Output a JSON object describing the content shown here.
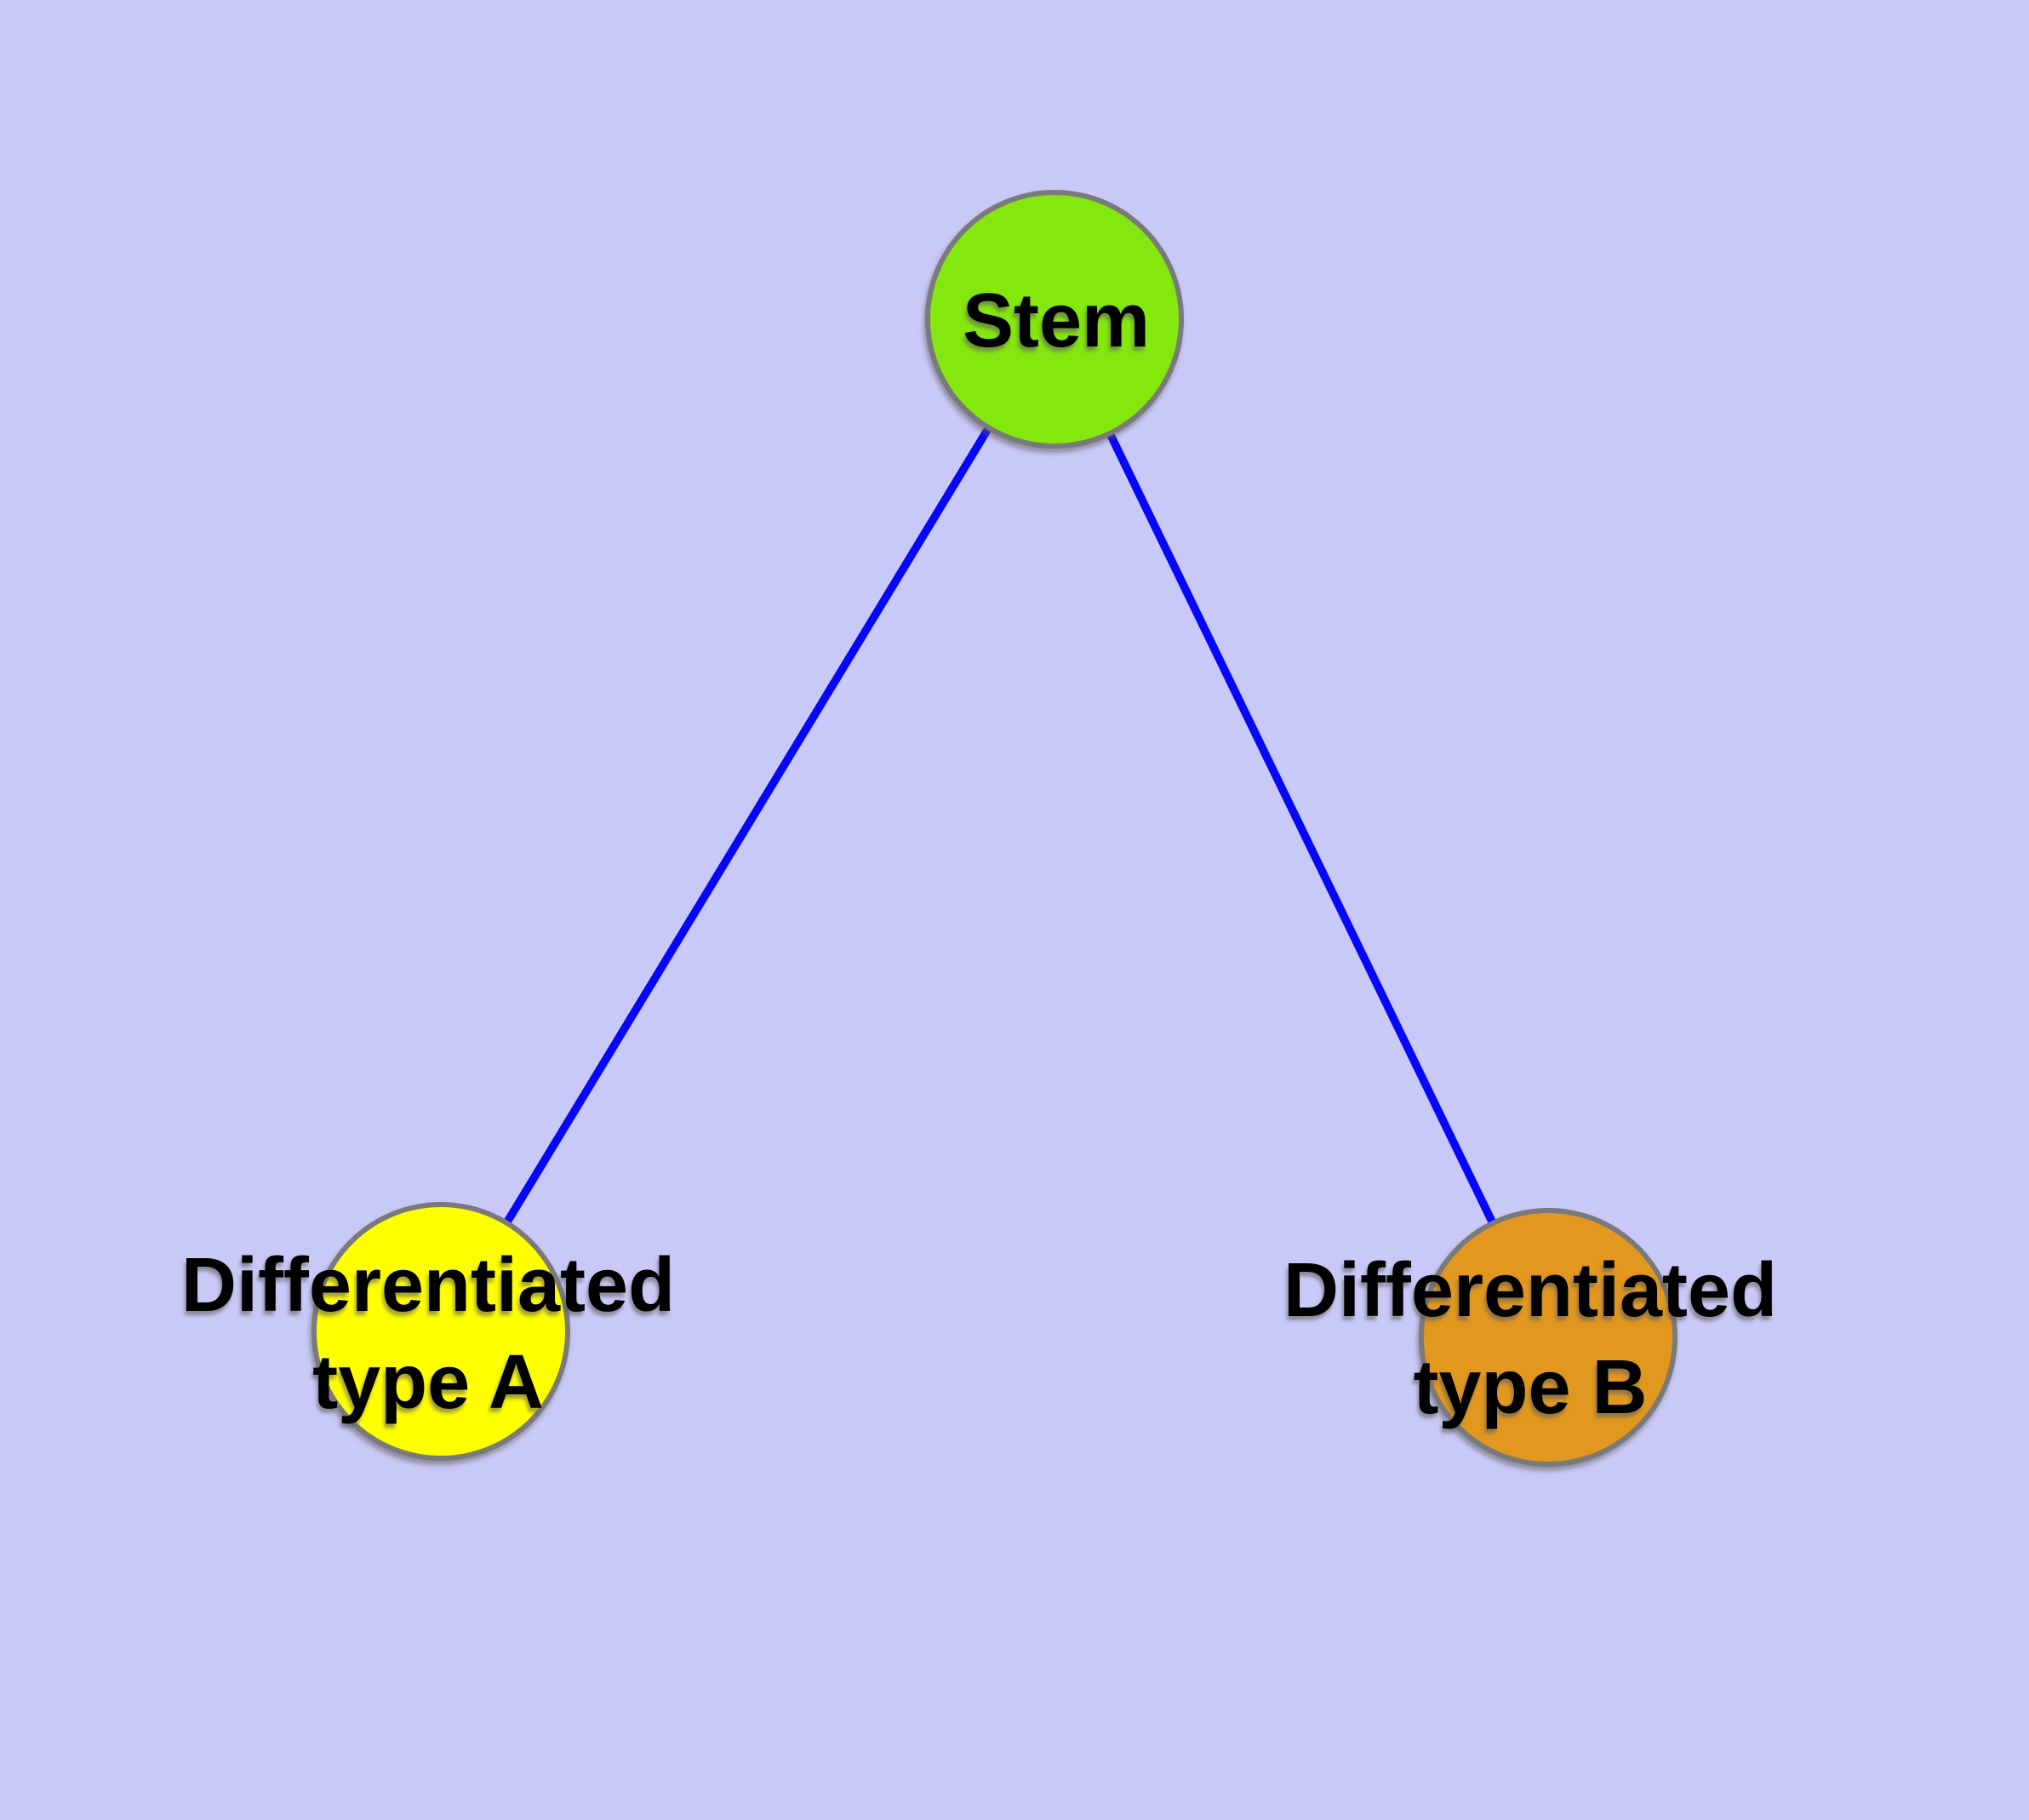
{
  "figure": {
    "background_color": "#c9c9f8",
    "node_border_color": "#7a7a7a",
    "edge_color": "#0606f8",
    "text_color": "#000000"
  },
  "nodes": [
    {
      "id": "stem",
      "label": "Stem",
      "fill": "#84e70d"
    },
    {
      "id": "type-a",
      "label": "Differentiated\ntype A",
      "fill": "#ffff00"
    },
    {
      "id": "type-b",
      "label": "Differentiated\ntype B",
      "fill": "#e2981f"
    }
  ],
  "edges": [
    {
      "from": "Stem",
      "to": "Differentiated type A"
    },
    {
      "from": "Stem",
      "to": "Differentiated type B"
    }
  ]
}
